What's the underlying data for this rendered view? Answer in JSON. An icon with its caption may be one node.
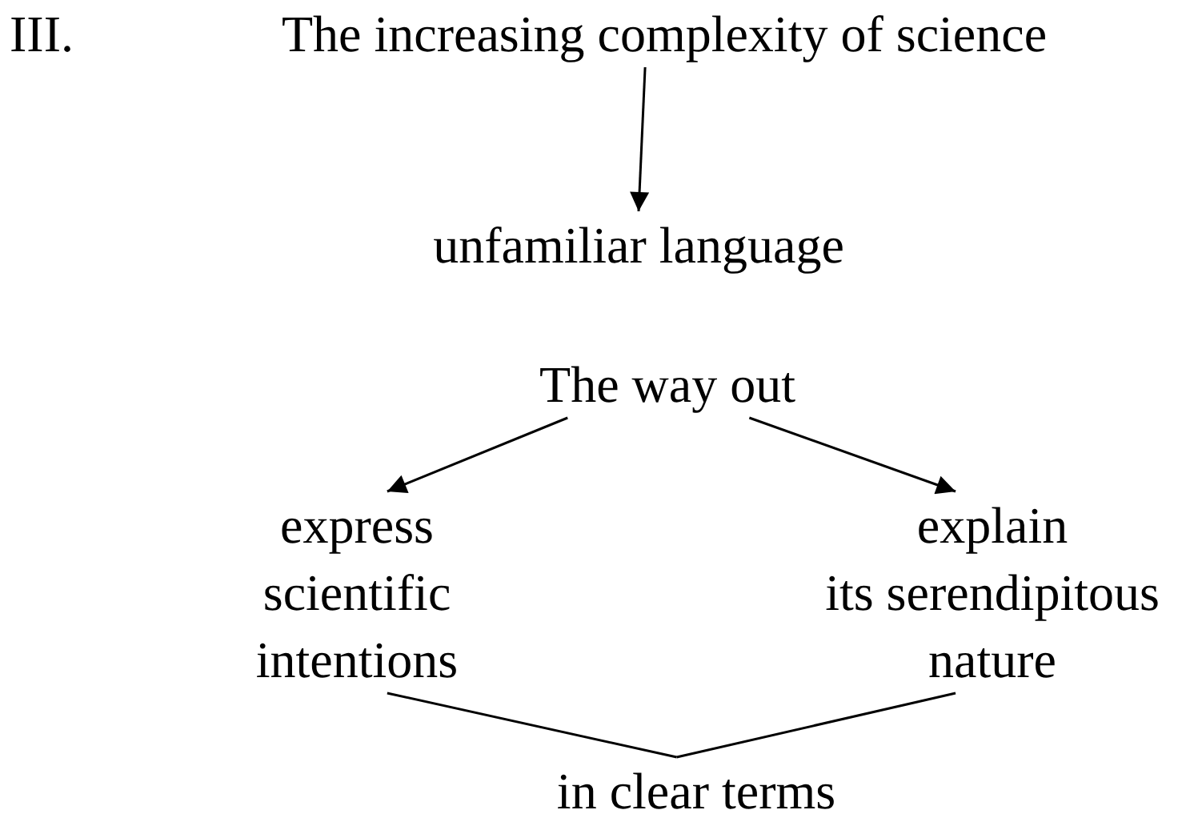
{
  "diagram": {
    "nodes": [
      {
        "text": [
          "The increasing complexity of science"
        ]
      },
      {
        "text": [
          "unfamiliar language"
        ]
      },
      {
        "text": [
          "The way out"
        ]
      },
      {
        "text": [
          "express scientific intentions"
        ]
      },
      {
        "text": [
          "explain its serendipitous nature"
        ]
      },
      {
        "text": [
          "in clear terms"
        ]
      }
    ],
    "edges": [
      {
        "from": 0,
        "to": 1,
        "arrow": "to"
      },
      {
        "from": 2,
        "to": 3,
        "arrow": "to"
      },
      {
        "from": 2,
        "to": 4,
        "arrow": "to"
      },
      {
        "from": 3,
        "to": 5,
        "arrow": "none"
      },
      {
        "from": 4,
        "to": 5,
        "arrow": "none"
      }
    ],
    "labels": [
      "III."
    ]
  }
}
